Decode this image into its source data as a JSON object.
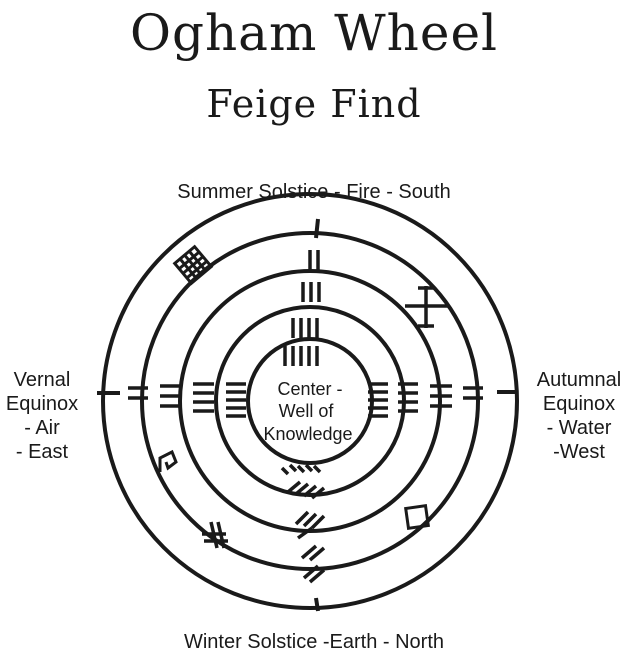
{
  "title": "Ogham Wheel",
  "subtitle": "Feige Find",
  "labels": {
    "top": "Summer Solstice - Fire - South",
    "bottom": "Winter Solstice -Earth - North",
    "left": [
      "Vernal",
      "Equinox",
      "- Air",
      "- East"
    ],
    "right": [
      "Autumnal",
      "Equinox",
      "- Water",
      "-West"
    ],
    "center": [
      "Center -",
      "Well of",
      "Knowledge"
    ]
  }
}
